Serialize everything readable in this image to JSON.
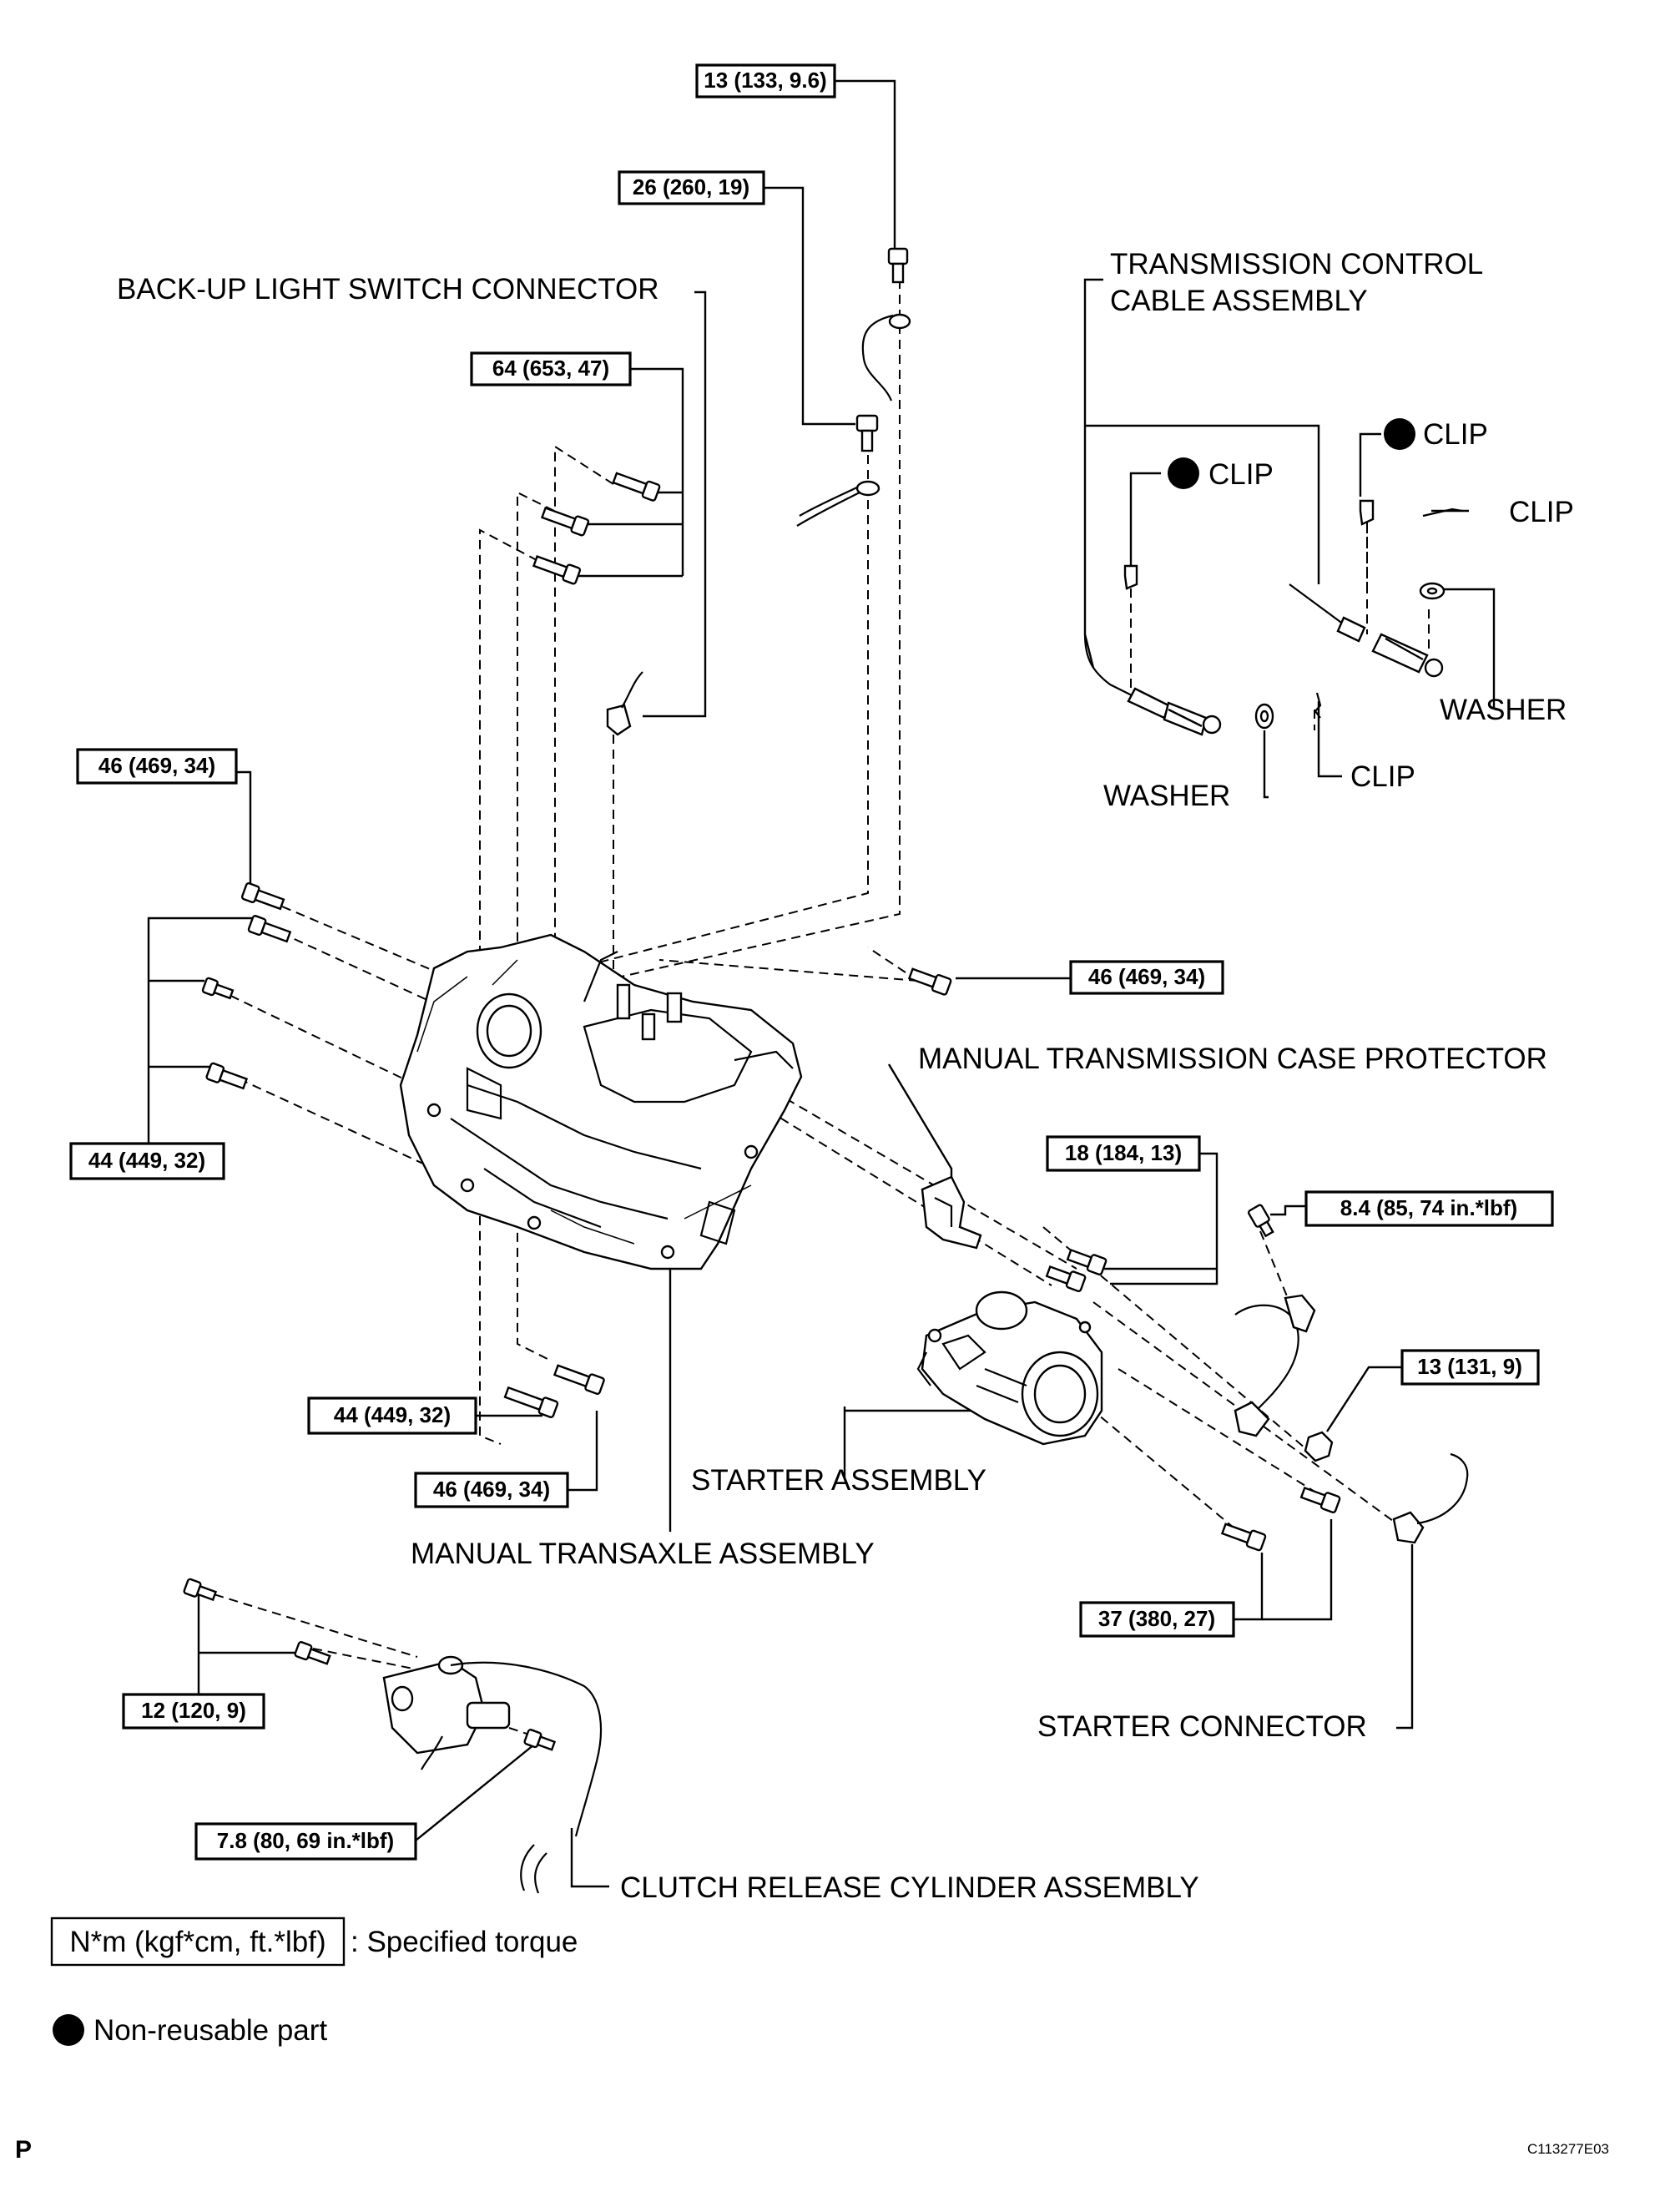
{
  "torques": {
    "t13_133": "13 (133, 9.6)",
    "t26_260": "26 (260, 19)",
    "t64_653": "64 (653, 47)",
    "t46_469_top": "46 (469, 34)",
    "t46_469_right": "46 (469, 34)",
    "t44_449_left": "44 (449, 32)",
    "t18_184": "18 (184, 13)",
    "t8_4": "8.4 (85, 74 in.*lbf)",
    "t13_131": "13 (131, 9)",
    "t44_449_bottom": "44 (449, 32)",
    "t46_469_bottom": "46 (469, 34)",
    "t37_380": "37 (380, 27)",
    "t12_120": "12 (120, 9)",
    "t7_8": "7.8 (80, 69 in.*lbf)"
  },
  "labels": {
    "backup_light": "BACK-UP LIGHT SWITCH CONNECTOR",
    "trans_cable_1": "TRANSMISSION CONTROL",
    "trans_cable_2": "CABLE ASSEMBLY",
    "clip_1": "CLIP",
    "clip_2": "CLIP",
    "clip_3": "CLIP",
    "clip_4": "CLIP",
    "washer_1": "WASHER",
    "washer_2": "WASHER",
    "case_protector": "MANUAL TRANSMISSION CASE PROTECTOR",
    "starter_assembly": "STARTER ASSEMBLY",
    "transaxle_assembly": "MANUAL TRANSAXLE ASSEMBLY",
    "starter_connector": "STARTER CONNECTOR",
    "clutch_cylinder": "CLUTCH RELEASE CYLINDER ASSEMBLY"
  },
  "legend": {
    "torque_unit": "N*m (kgf*cm, ft.*lbf)",
    "torque_desc": ": Specified torque",
    "nonreusable": "Non-reusable part"
  },
  "footer": {
    "page_letter": "P",
    "code": "C113277E03"
  }
}
